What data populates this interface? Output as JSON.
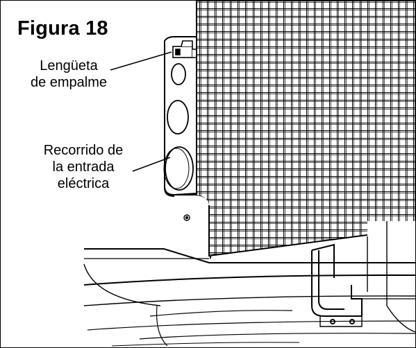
{
  "figure": {
    "title": "Figura 18"
  },
  "callouts": {
    "splice_tab": {
      "line1": "Lengüeta",
      "line2": "de empalme"
    },
    "electrical_entry": {
      "line1": "Recorrido de",
      "line2": "la entrada",
      "line3": "eléctrica"
    }
  },
  "colors": {
    "ink": "#000000",
    "background": "#ffffff",
    "shade": "#e6e6e6"
  }
}
